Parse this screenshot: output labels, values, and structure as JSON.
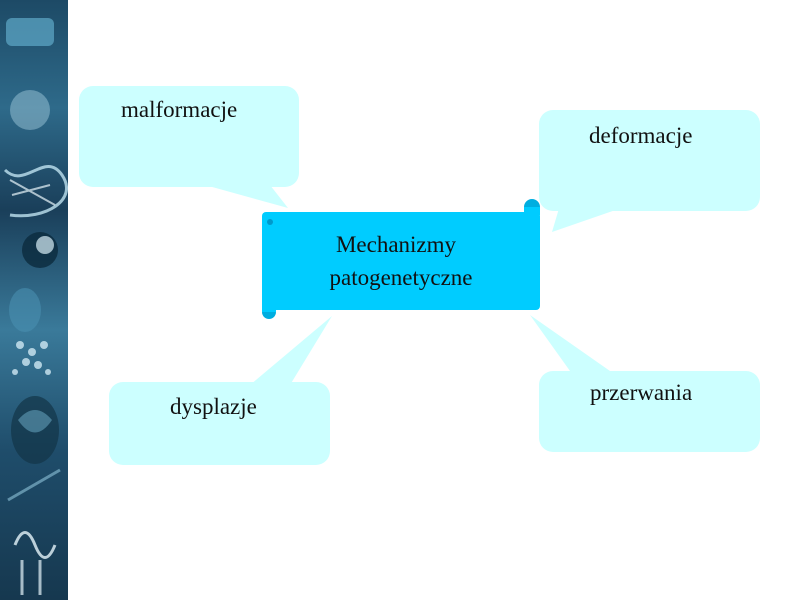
{
  "diagram": {
    "center": {
      "line1": "Mechanizmy",
      "line2": "patogenetyczne"
    },
    "nodes": {
      "top_left": "malformacje",
      "top_right": "deformacje",
      "bottom_left": "dysplazje",
      "bottom_right": "przerwania"
    },
    "colors": {
      "center_fill": "#00ccff",
      "bubble_fill": "#ccffff",
      "sidebar": "#1d4a66"
    }
  }
}
